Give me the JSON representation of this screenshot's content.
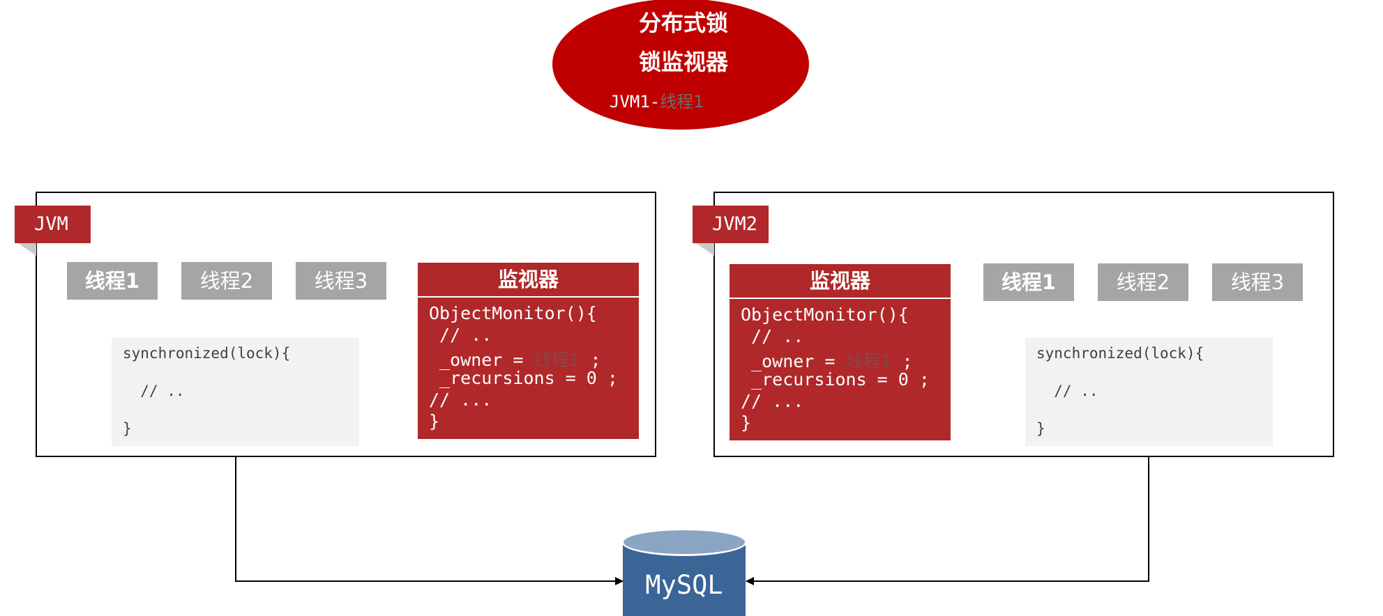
{
  "ellipse": {
    "title_line1": "分布式锁",
    "title_line2": "锁监视器",
    "owner_prefix": "JVM1-",
    "owner_thread": "线程1"
  },
  "jvm_left": {
    "tag": "JVM",
    "threads": [
      "线程1",
      "线程2",
      "线程3"
    ],
    "code_lines": [
      "synchronized(lock){",
      "  // ..",
      "}"
    ],
    "monitor": {
      "title": "监视器",
      "line1": "ObjectMonitor(){",
      "line2": " // ..",
      "owner_prefix": " _owner = ",
      "owner_thread": "线程1",
      "owner_suffix": " ;",
      "line4": " _recursions = 0 ;",
      "line5": "// ...",
      "line6": "}"
    }
  },
  "jvm_right": {
    "tag": "JVM2",
    "threads": [
      "线程1",
      "线程2",
      "线程3"
    ],
    "code_lines": [
      "synchronized(lock){",
      "  // ..",
      "}"
    ],
    "monitor": {
      "title": "监视器",
      "line1": "ObjectMonitor(){",
      "line2": " // ..",
      "owner_prefix": " _owner = ",
      "owner_thread": "线程1",
      "owner_suffix": " ;",
      "line4": " _recursions = 0 ;",
      "line5": "// ...",
      "line6": "}"
    }
  },
  "database": {
    "label": "MySQL"
  },
  "colors": {
    "accent_red": "#b0282a",
    "ellipse_red": "#c00000",
    "thread_gray": "#a5a5a5",
    "db_blue": "#3a6596",
    "db_top": "#8aa4c4"
  }
}
